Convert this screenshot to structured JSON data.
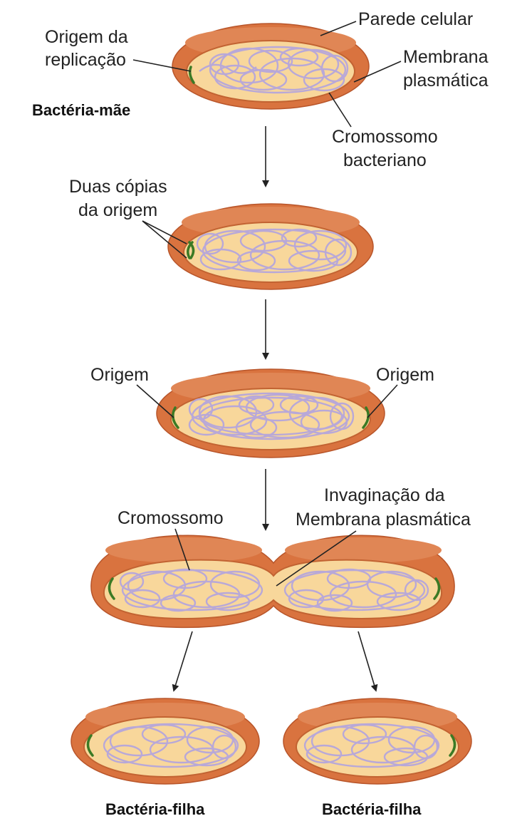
{
  "labels": {
    "cell_wall": "Parede celular",
    "origin_replication_1": "Origem da",
    "origin_replication_2": "replicação",
    "plasma_membrane_1": "Membrana",
    "plasma_membrane_2": "plasmática",
    "parent_cell": "Bactéria-mãe",
    "chromosome_1": "Cromossomo",
    "chromosome_2": "bacteriano",
    "two_copies_1": "Duas cópias",
    "two_copies_2": "da origem",
    "origin_left": "Origem",
    "origin_right": "Origem",
    "chromosome_short": "Cromossomo",
    "invagination_1": "Invaginação da",
    "invagination_2": "Membrana plasmática",
    "daughter_left": "Bactéria-filha",
    "daughter_right": "Bactéria-filha"
  },
  "colors": {
    "cell_wall": "#d9733f",
    "cytoplasm": "#f8d79b",
    "chromosome": "#b8a8d8",
    "origin": "#3b7a25"
  }
}
